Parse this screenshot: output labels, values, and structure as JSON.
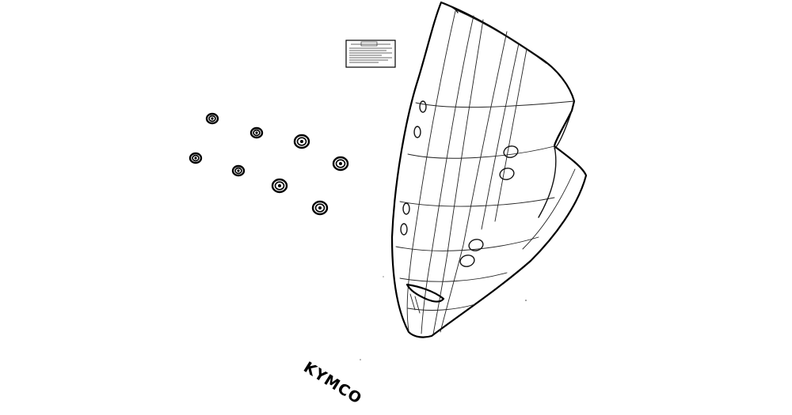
{
  "diagram": {
    "brand_mark": "KYMCO",
    "parts": [
      {
        "name": "windscreen",
        "icon": "windscreen-icon"
      },
      {
        "name": "warning-label",
        "icon": "label-icon"
      },
      {
        "name": "mounting-nuts",
        "icon": "nut-icon",
        "count": 8
      }
    ]
  }
}
